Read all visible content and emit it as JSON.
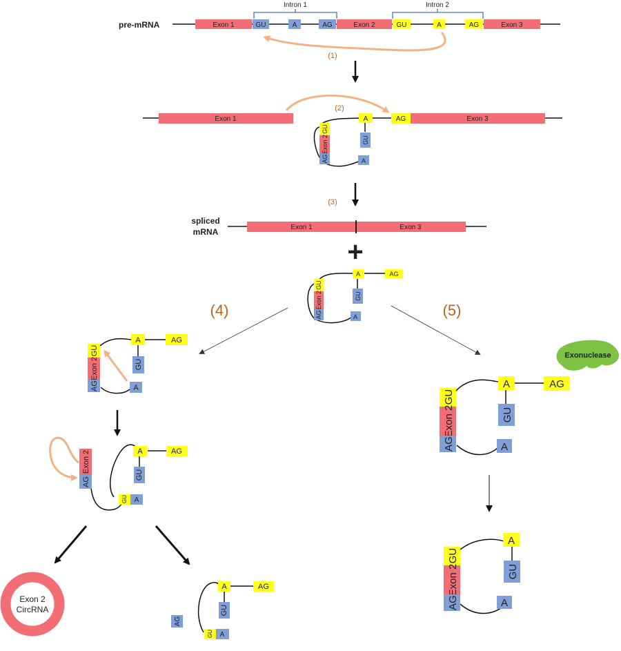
{
  "labels": {
    "pre_mrna": "pre-mRNA",
    "intron1": "Intron 1",
    "intron2": "Intron 2",
    "exon1": "Exon 1",
    "exon2": "Exon 2",
    "exon3": "Exon 3",
    "gu": "GU",
    "a": "A",
    "ag": "AG",
    "spliced_line1": "spliced",
    "spliced_line2": "mRNA",
    "plus": "+",
    "exonuclease": "Exonuclease",
    "circ_line1": "Exon 2",
    "circ_line2": "CircRNA"
  },
  "steps": {
    "s1": "(1)",
    "s2": "(2)",
    "s3": "(3)",
    "s4": "(4)",
    "s5": "(5)"
  },
  "colors": {
    "exon": "#f26d74",
    "splice_site": "#7f9fd6",
    "branch_point": "#ffff1a",
    "arrow": "#f4b183",
    "step_label": "#c0601c",
    "exonuclease": "#7dc242"
  }
}
